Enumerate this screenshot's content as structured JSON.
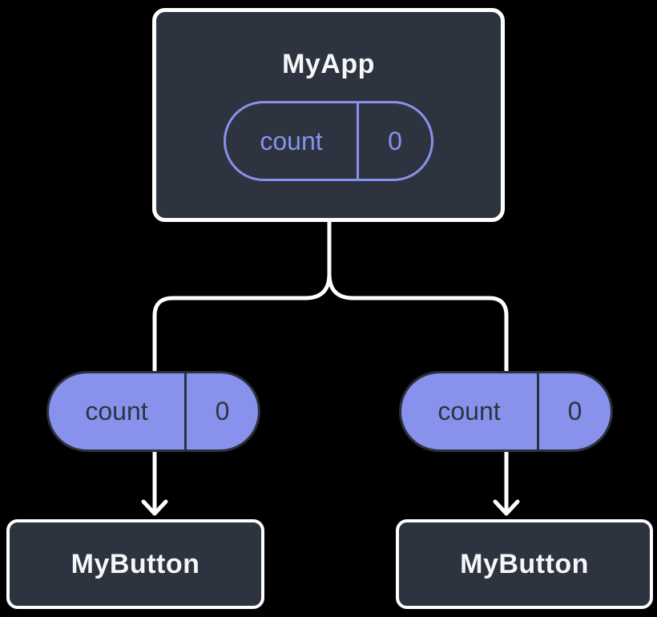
{
  "colors": {
    "background": "#000000",
    "box_fill": "#2d3440",
    "box_border": "#ffffff",
    "purple": "#8891ec",
    "dark_stroke": "#2a303a",
    "dark_text": "#2d3440",
    "light_text": "#f6f7f9",
    "connector": "#ffffff"
  },
  "root_component": {
    "title": "MyApp",
    "state_pill": {
      "name": "count",
      "value": "0"
    }
  },
  "left_branch": {
    "prop_pill": {
      "name": "count",
      "value": "0"
    },
    "component": {
      "title": "MyButton"
    }
  },
  "right_branch": {
    "prop_pill": {
      "name": "count",
      "value": "0"
    },
    "component": {
      "title": "MyButton"
    }
  }
}
